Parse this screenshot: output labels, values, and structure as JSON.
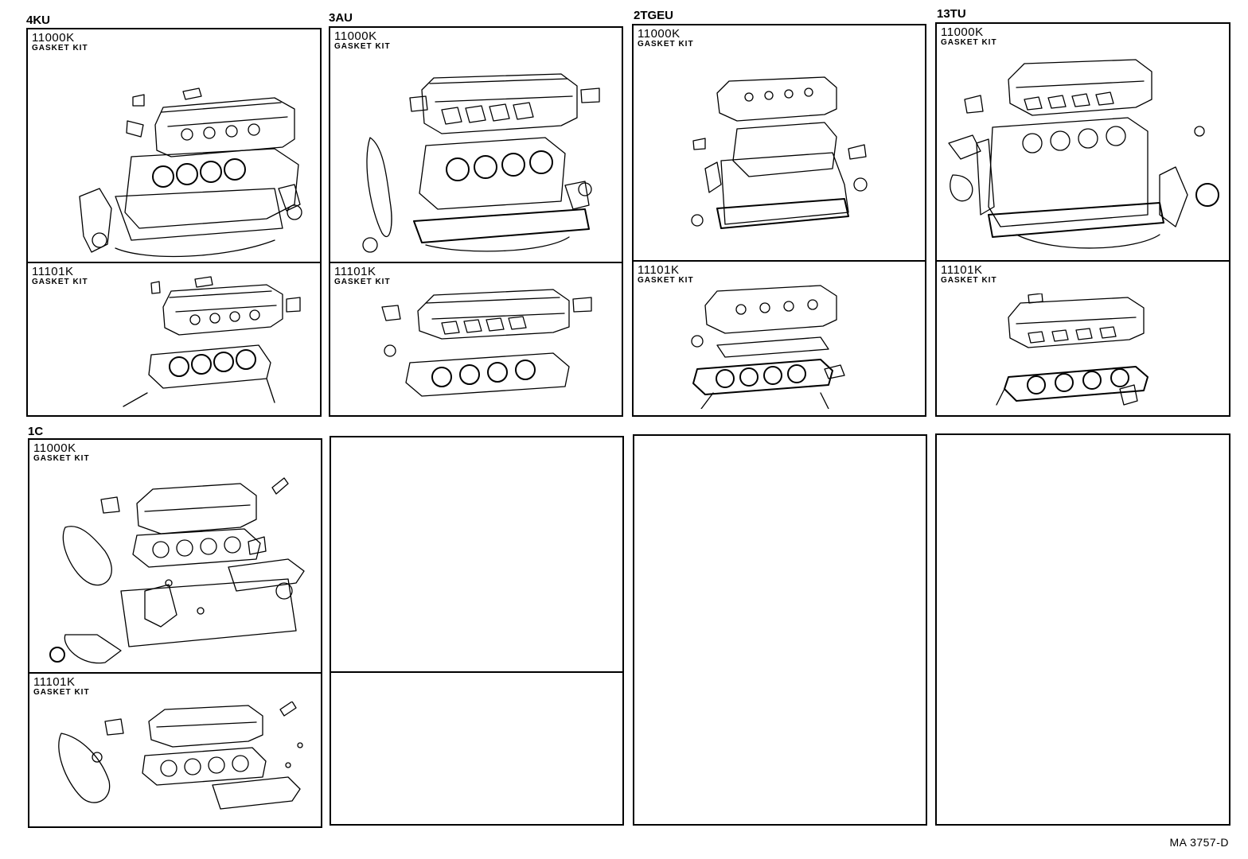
{
  "sections": [
    {
      "engine": "4KU",
      "kits": [
        {
          "part_no": "11000K",
          "name": "GASKET KIT",
          "illustration": "full-engine-gasket-set-icon"
        },
        {
          "part_no": "11101K",
          "name": "GASKET KIT",
          "illustration": "head-gasket-set-icon"
        }
      ]
    },
    {
      "engine": "3AU",
      "kits": [
        {
          "part_no": "11000K",
          "name": "GASKET KIT",
          "illustration": "full-engine-gasket-set-icon"
        },
        {
          "part_no": "11101K",
          "name": "GASKET KIT",
          "illustration": "head-gasket-set-icon"
        }
      ]
    },
    {
      "engine": "2TGEU",
      "kits": [
        {
          "part_no": "11000K",
          "name": "GASKET KIT",
          "illustration": "full-engine-gasket-set-icon"
        },
        {
          "part_no": "11101K",
          "name": "GASKET KIT",
          "illustration": "head-gasket-set-icon"
        }
      ]
    },
    {
      "engine": "13TU",
      "kits": [
        {
          "part_no": "11000K",
          "name": "GASKET KIT",
          "illustration": "full-engine-gasket-set-icon"
        },
        {
          "part_no": "11101K",
          "name": "GASKET KIT",
          "illustration": "head-gasket-set-icon"
        }
      ]
    },
    {
      "engine": "1C",
      "kits": [
        {
          "part_no": "11000K",
          "name": "GASKET KIT",
          "illustration": "diesel-engine-gasket-set-icon"
        },
        {
          "part_no": "11101K",
          "name": "GASKET KIT",
          "illustration": "diesel-head-gasket-set-icon"
        }
      ]
    }
  ],
  "footer": {
    "code": "MA 3757-D"
  }
}
